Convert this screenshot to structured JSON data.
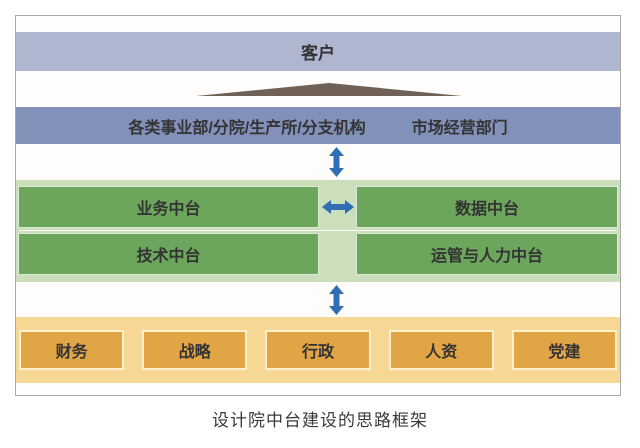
{
  "colors": {
    "customer_bar_bg": "#aeb6d0",
    "departments_bar_bg": "#8191ba",
    "platform_box_bg": "#6ca55c",
    "platform_panel_bg": "#cbdfbc",
    "support_box_bg": "#e2a546",
    "support_panel_bg": "#f7d794",
    "support_box_border": "#fcf0cf",
    "arrow_blue": "#2f6db4",
    "triangle_color": "#6f6156",
    "frame_border": "#a9a9a9",
    "text_color": "#333333"
  },
  "frame": {
    "customer_bar": {
      "label": "客户"
    },
    "funnel": {
      "icon": "wide-flat-triangle-up-icon"
    },
    "departments_bar": {
      "left_label": "各类事业部/分院/生产所/分支机构",
      "right_label": "市场经营部门"
    },
    "connectors": {
      "top": "vertical-double-arrow",
      "middle": "horizontal-double-arrow",
      "bottom": "vertical-double-arrow"
    },
    "platform_grid": {
      "rows": [
        {
          "left": "业务中台",
          "right": "数据中台"
        },
        {
          "left": "技术中台",
          "right": "运管与人力中台"
        }
      ]
    },
    "support_row": {
      "items": [
        "财务",
        "战略",
        "行政",
        "人资",
        "党建"
      ]
    }
  },
  "caption": "设计院中台建设的思路框架"
}
